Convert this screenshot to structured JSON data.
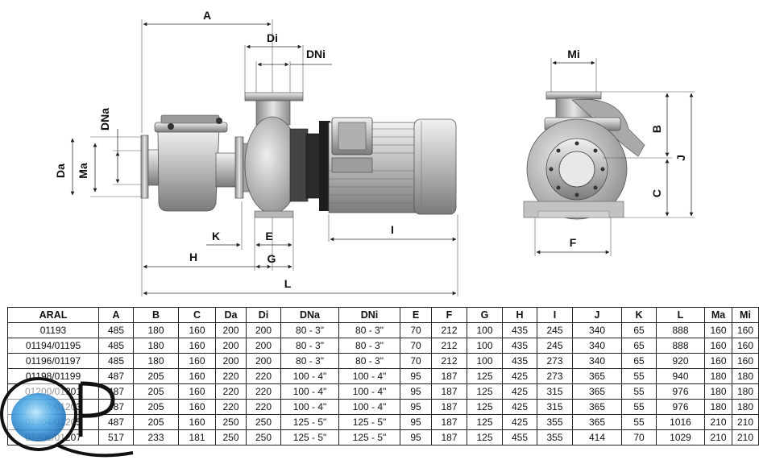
{
  "drawing": {
    "labels": {
      "A": "A",
      "Di": "Di",
      "DNi": "DNi",
      "DNa": "DNa",
      "Da": "Da",
      "Ma": "Ma",
      "K": "K",
      "E": "E",
      "I": "I",
      "H": "H",
      "G": "G",
      "L": "L",
      "Mi": "Mi",
      "B": "B",
      "J": "J",
      "C": "C",
      "F": "F"
    }
  },
  "table": {
    "headers": [
      "ARAL",
      "A",
      "B",
      "C",
      "Da",
      "Di",
      "DNa",
      "DNi",
      "E",
      "F",
      "G",
      "H",
      "I",
      "J",
      "K",
      "L",
      "Ma",
      "Mi"
    ],
    "rows": [
      [
        "01193",
        "485",
        "180",
        "160",
        "200",
        "200",
        "80 - 3\"",
        "80 - 3\"",
        "70",
        "212",
        "100",
        "435",
        "245",
        "340",
        "65",
        "888",
        "160",
        "160"
      ],
      [
        "01194/01195",
        "485",
        "180",
        "160",
        "200",
        "200",
        "80 - 3\"",
        "80 - 3\"",
        "70",
        "212",
        "100",
        "435",
        "245",
        "340",
        "65",
        "888",
        "160",
        "160"
      ],
      [
        "01196/01197",
        "485",
        "180",
        "160",
        "200",
        "200",
        "80 - 3\"",
        "80 - 3\"",
        "70",
        "212",
        "100",
        "435",
        "273",
        "340",
        "65",
        "920",
        "160",
        "160"
      ],
      [
        "01198/01199",
        "487",
        "205",
        "160",
        "220",
        "220",
        "100 - 4\"",
        "100 - 4\"",
        "95",
        "187",
        "125",
        "425",
        "273",
        "365",
        "55",
        "940",
        "180",
        "180"
      ],
      [
        "01200/01201",
        "487",
        "205",
        "160",
        "220",
        "220",
        "100 - 4\"",
        "100 - 4\"",
        "95",
        "187",
        "125",
        "425",
        "315",
        "365",
        "55",
        "976",
        "180",
        "180"
      ],
      [
        "01202/01203",
        "487",
        "205",
        "160",
        "220",
        "220",
        "100 - 4\"",
        "100 - 4\"",
        "95",
        "187",
        "125",
        "425",
        "315",
        "365",
        "55",
        "976",
        "180",
        "180"
      ],
      [
        "01204/01205",
        "487",
        "205",
        "160",
        "250",
        "250",
        "125 - 5\"",
        "125 - 5\"",
        "95",
        "187",
        "125",
        "425",
        "355",
        "365",
        "55",
        "1016",
        "210",
        "210"
      ],
      [
        "01206/01207",
        "517",
        "233",
        "181",
        "250",
        "250",
        "125 - 5\"",
        "125 - 5\"",
        "95",
        "187",
        "125",
        "455",
        "355",
        "414",
        "70",
        "1029",
        "210",
        "210"
      ]
    ]
  },
  "logo": {
    "text": "QP"
  }
}
